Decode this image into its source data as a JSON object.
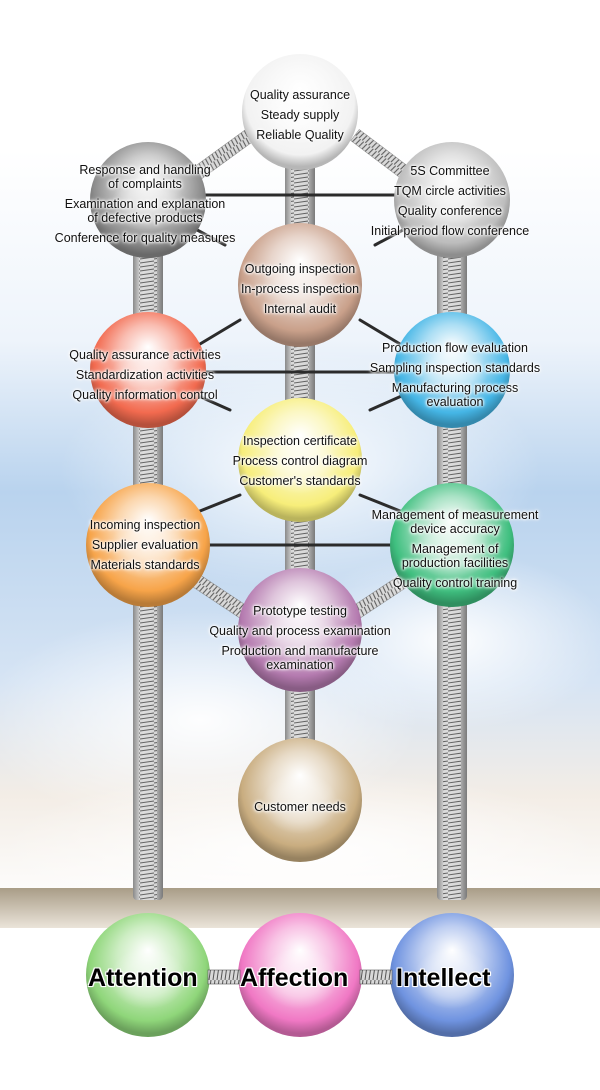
{
  "nodes": {
    "top": {
      "lines": [
        "Quality assurance",
        "Steady supply",
        "Reliable Quality"
      ],
      "color": "#f2f2f2"
    },
    "upper_left": {
      "lines": [
        "Response and handling",
        "of complaints",
        "Examination and explanation",
        "of defective products",
        "Conference for quality measures"
      ],
      "color": "#8c8c8c"
    },
    "upper_right": {
      "lines": [
        "5S Committee",
        "TQM circle activities",
        "Quality conference",
        "Initial period flow conference"
      ],
      "color": "#bdbdbd"
    },
    "center_brown": {
      "lines": [
        "Outgoing inspection",
        "In-process inspection",
        "Internal audit"
      ],
      "color": "#c9a08a"
    },
    "mid_left_red": {
      "lines": [
        "Quality assurance activities",
        "Standardization activities",
        "Quality information control"
      ],
      "color": "#f26a4f"
    },
    "mid_right_blue": {
      "lines": [
        "Production flow evaluation",
        "Sampling inspection standards",
        "Manufacturing process",
        "evaluation"
      ],
      "color": "#45b6e6"
    },
    "center_yellow": {
      "lines": [
        "Inspection certificate",
        "Process control diagram",
        "Customer's standards"
      ],
      "color": "#f7ee7a"
    },
    "lower_left_orange": {
      "lines": [
        "Incoming inspection",
        "Supplier evaluation",
        "Materials standards"
      ],
      "color": "#f7a449"
    },
    "lower_right_green": {
      "lines": [
        "Management of measurement",
        "device accuracy",
        "Management of",
        "production facilities",
        "Quality control training"
      ],
      "color": "#3fbf7f"
    },
    "center_purple": {
      "lines": [
        "Prototype testing",
        "Quality and process examination",
        "Production and manufacture",
        "examination"
      ],
      "color": "#b57bb0"
    },
    "center_tan": {
      "lines": [
        "Customer needs"
      ],
      "color": "#c9ad80"
    }
  },
  "bases": {
    "left": {
      "label": "Attention",
      "color": "#8fd67a"
    },
    "center": {
      "label": "Affection",
      "color": "#f078c4"
    },
    "right": {
      "label": "Intellect",
      "color": "#6f93e0"
    }
  }
}
